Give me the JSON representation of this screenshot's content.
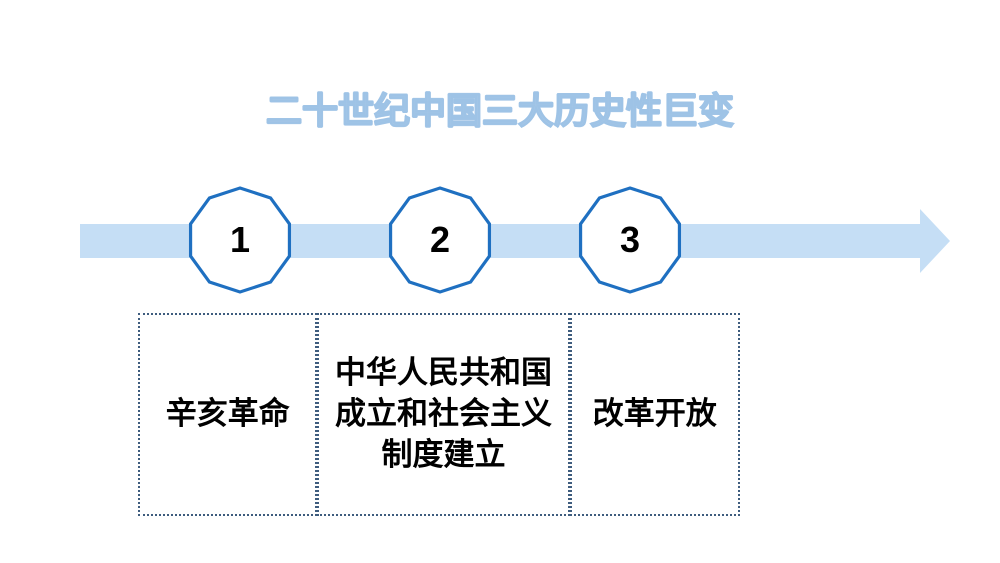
{
  "slide": {
    "title": "二十世纪中国三大历史性巨变",
    "background_color": "#FFFFFF"
  },
  "colors": {
    "title_outline": "#A8C8E8",
    "arrow_fill": "#C5DEF5",
    "node_stroke": "#1F70C1",
    "node_fill": "#FFFFFF",
    "box_border": "#3E5C7E",
    "text": "#000000"
  },
  "timeline": {
    "arrow_direction": "right",
    "nodes": [
      {
        "number": "1"
      },
      {
        "number": "2"
      },
      {
        "number": "3"
      }
    ]
  },
  "captions": [
    {
      "text": "辛亥革命"
    },
    {
      "text": "中华人民共和国成立和社会主义制度建立"
    },
    {
      "text": "改革开放"
    }
  ]
}
